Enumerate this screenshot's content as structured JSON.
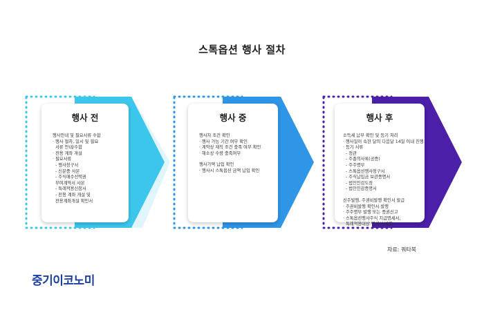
{
  "title": "스톡옵션 행사 절차",
  "colors": {
    "stage1": "#3dc6ec",
    "stage2": "#2f95e6",
    "stage3": "#4b1fa8",
    "logo": "#1b3f9e"
  },
  "stages": [
    {
      "title": "행사 전",
      "lines": [
        "행사안내 및 필요서류 수합",
        "· 행사 절차, 일시 및 필요",
        "  서류 안내/수합",
        "· 전용 계좌 개설",
        "· 필요서류",
        "  - 행사청구서",
        "  - 신분증 사본",
        "  - 주식매수선택권",
        "  부여계약서 사본",
        "  - 특례적용신청서",
        "  - 전용 계좌 개설 및",
        "  전용계좌개설 확인서"
      ]
    },
    {
      "title": "행사 중",
      "lines": [
        "행사자 조건 확인",
        "· 행사 가능 기간 여부 확인",
        "· 계약상 재직 조건 충족 여부 확인",
        "· 해소상 수량 충족여부",
        "",
        "행사가액 납입 확인",
        "· 행사시 스톡옵션 금액 납입 확인"
      ]
    },
    {
      "title": "행사 후",
      "lines": [
        "소득세 납부 확인 및 등기 처리",
        "· 행사일이 속한 달의 다음달 14일 이내 진행",
        "· 등기 서류",
        "  - 정관",
        "  - 주총의사록(공증)",
        "  - 주주명부",
        "  - 스톡옵션행사청구서",
        "  - 주식납입금 보관증명서",
        "  - 법인인감도장",
        "  - 법인인감증명서",
        "",
        "신주발행, 주권비발행 확인서 발급",
        "· 주권비발행 확인서 발행",
        "· 주주명부 발행 또는 증권신고",
        "· 스톡옵션행사주식 지급명세서,",
        "  특례적용대상 명세서 발행"
      ]
    }
  ],
  "source": "자료: 쿼타북",
  "logo": "중기이코노미"
}
